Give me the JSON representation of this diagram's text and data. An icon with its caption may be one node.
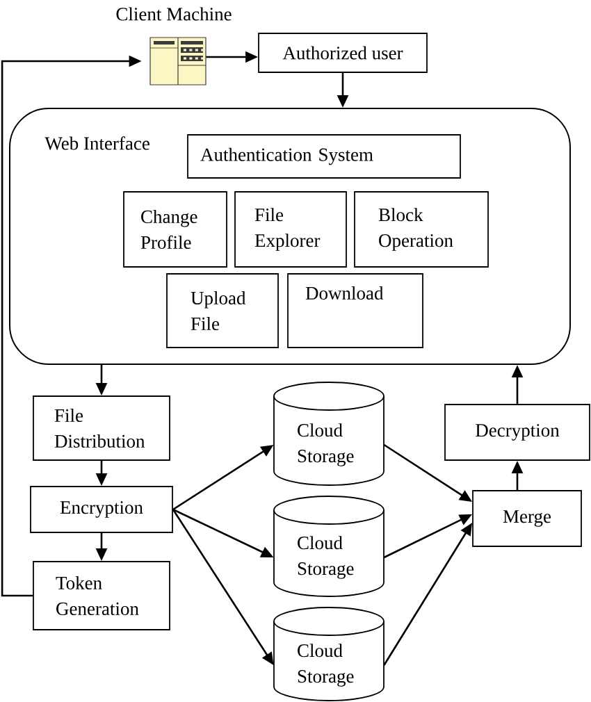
{
  "diagram": {
    "nodes": [
      {
        "text": [],
        "shape": "picture",
        "beside": [
          "Client Machine"
        ]
      },
      {
        "text": [
          "Authorized user"
        ]
      },
      {
        "text": [
          "Web Interface"
        ]
      },
      {
        "text": [
          "Authentication System"
        ],
        "in": 2
      },
      {
        "text": [
          "Change Profile"
        ],
        "in": 2
      },
      {
        "text": [
          "File Explorer"
        ],
        "in": 2
      },
      {
        "text": [
          "Block Operation"
        ],
        "in": 2
      },
      {
        "text": [
          "Upload File"
        ],
        "in": 2
      },
      {
        "text": [
          "Download"
        ],
        "in": 2
      },
      {
        "text": [
          "File Distribution"
        ]
      },
      {
        "text": [
          "Encryption"
        ]
      },
      {
        "text": [
          "Token Generation"
        ]
      },
      {
        "text": [
          "Cloud Storage"
        ]
      },
      {
        "text": [
          "Cloud Storage"
        ]
      },
      {
        "text": [
          "Cloud Storage"
        ]
      },
      {
        "text": [
          "Decryption"
        ]
      },
      {
        "text": [
          "Merge"
        ]
      }
    ],
    "edges": [
      {
        "from": 0,
        "to": 1,
        "arrow": "to"
      },
      {
        "from": 1,
        "to": 2,
        "arrow": "to"
      },
      {
        "from": 2,
        "to": 9,
        "arrow": "to"
      },
      {
        "from": 9,
        "to": 10,
        "arrow": "to"
      },
      {
        "from": 10,
        "to": 11,
        "arrow": "to"
      },
      {
        "from": 11,
        "to": 0,
        "arrow": "to"
      },
      {
        "from": 10,
        "to": 12,
        "arrow": "to"
      },
      {
        "from": 10,
        "to": 13,
        "arrow": "to"
      },
      {
        "from": 10,
        "to": 14,
        "arrow": "to"
      },
      {
        "from": 12,
        "to": 16,
        "arrow": "to"
      },
      {
        "from": 13,
        "to": 16,
        "arrow": "to"
      },
      {
        "from": 14,
        "to": 16,
        "arrow": "to"
      },
      {
        "from": 16,
        "to": 15,
        "arrow": "to"
      },
      {
        "from": 15,
        "to": 2,
        "arrow": "to"
      }
    ]
  }
}
